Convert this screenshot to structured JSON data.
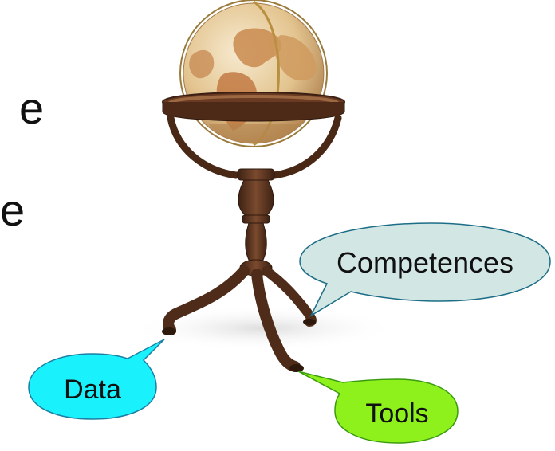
{
  "side_text": [
    "e",
    "e"
  ],
  "callouts": {
    "competences": {
      "label": "Competences",
      "fill": "#d2e6e4",
      "stroke": "#1c6e87"
    },
    "data": {
      "label": "Data",
      "fill": "#19f2fc",
      "stroke": "#1b7fa3"
    },
    "tools": {
      "label": "Tools",
      "fill": "#8ef11c",
      "stroke": "#3a9a10"
    }
  },
  "colors": {
    "wood": "#5b3320",
    "wood_light": "#8a5a3c",
    "globe_ocean": "#e9d3a8",
    "globe_land": "#c78a4e",
    "brass": "#b8903f"
  }
}
